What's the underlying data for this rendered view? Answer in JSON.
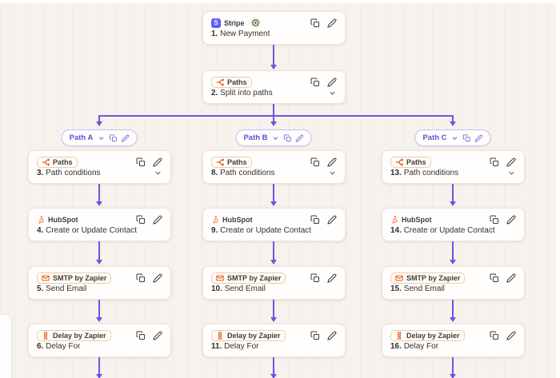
{
  "canvas": {
    "background_color": "#f7f2ed",
    "connector_color": "#6d55e0",
    "accent_orange": "#e8590c",
    "badge_border_color": "#f2c9a6",
    "pill_border_color": "#c9bcf4",
    "pill_text_color": "#5f50d2",
    "stripe_brand_color": "#635bff",
    "hubspot_brand_color": "#ff7a59",
    "stripe_icon_letter": "S"
  },
  "trigger_card": {
    "app_label": "Stripe",
    "app_icon": "stripe-icon",
    "instant_icon": "instant-trigger-icon",
    "step_number": "1.",
    "step_title": "New Payment"
  },
  "split_card": {
    "badge_label": "Paths",
    "badge_icon": "paths-fork-icon",
    "step_number": "2.",
    "step_title": "Split into paths"
  },
  "branches": [
    {
      "pill_label": "Path A",
      "steps": [
        {
          "icon": "paths-fork-icon",
          "app_label": "Paths",
          "step_number": "3.",
          "step_title": "Path conditions"
        },
        {
          "icon": "hubspot-icon",
          "app_label": "HubSpot",
          "step_number": "4.",
          "step_title": "Create or Update Contact"
        },
        {
          "icon": "smtp-envelope-icon",
          "app_label": "SMTP by Zapier",
          "step_number": "5.",
          "step_title": "Send Email"
        },
        {
          "icon": "delay-hourglass-icon",
          "app_label": "Delay by Zapier",
          "step_number": "6.",
          "step_title": "Delay For"
        }
      ]
    },
    {
      "pill_label": "Path B",
      "steps": [
        {
          "icon": "paths-fork-icon",
          "app_label": "Paths",
          "step_number": "8.",
          "step_title": "Path conditions"
        },
        {
          "icon": "hubspot-icon",
          "app_label": "HubSpot",
          "step_number": "9.",
          "step_title": "Create or Update Contact"
        },
        {
          "icon": "smtp-envelope-icon",
          "app_label": "SMTP by Zapier",
          "step_number": "10.",
          "step_title": "Send Email"
        },
        {
          "icon": "delay-hourglass-icon",
          "app_label": "Delay by Zapier",
          "step_number": "11.",
          "step_title": "Delay For"
        }
      ]
    },
    {
      "pill_label": "Path C",
      "steps": [
        {
          "icon": "paths-fork-icon",
          "app_label": "Paths",
          "step_number": "13.",
          "step_title": "Path conditions"
        },
        {
          "icon": "hubspot-icon",
          "app_label": "HubSpot",
          "step_number": "14.",
          "step_title": "Create or Update Contact"
        },
        {
          "icon": "smtp-envelope-icon",
          "app_label": "SMTP by Zapier",
          "step_number": "15.",
          "step_title": "Send Email"
        },
        {
          "icon": "delay-hourglass-icon",
          "app_label": "Delay by Zapier",
          "step_number": "16.",
          "step_title": "Delay For"
        }
      ]
    }
  ]
}
